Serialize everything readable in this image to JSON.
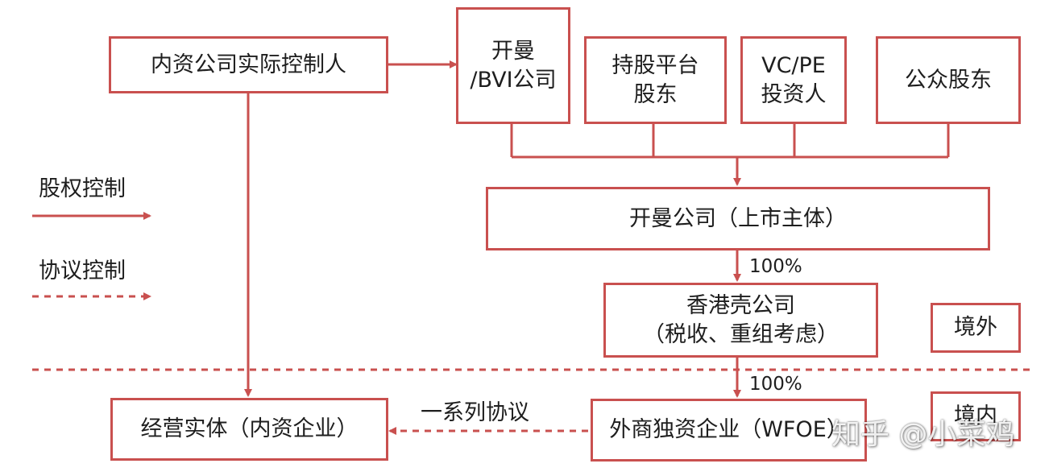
{
  "nodes": {
    "controller": "内资公司实际控制人",
    "cayman_bvi_line1": "开曼",
    "cayman_bvi_line2": "/BVI公司",
    "esop_line1": "持股平台",
    "esop_line2": "股东",
    "vcpe_line1": "VC/PE",
    "vcpe_line2": "投资人",
    "public": "公众股东",
    "listed": "开曼公司（上市主体）",
    "hk_line1": "香港壳公司",
    "hk_line2": "（税收、重组考虑）",
    "wfoe": "外商独资企业（WFOE）",
    "opco": "经营实体（内资企业）"
  },
  "legend": {
    "equity": "股权控制",
    "contract": "协议控制"
  },
  "edge_labels": {
    "pct_top": "100%",
    "pct_bottom": "100%",
    "contracts": "一系列协议"
  },
  "regions": {
    "offshore": "境外",
    "onshore": "境内"
  },
  "watermark": "知乎 @小菜鸡",
  "colors": {
    "accent": "#c9504f",
    "text": "#1e1e1e"
  }
}
